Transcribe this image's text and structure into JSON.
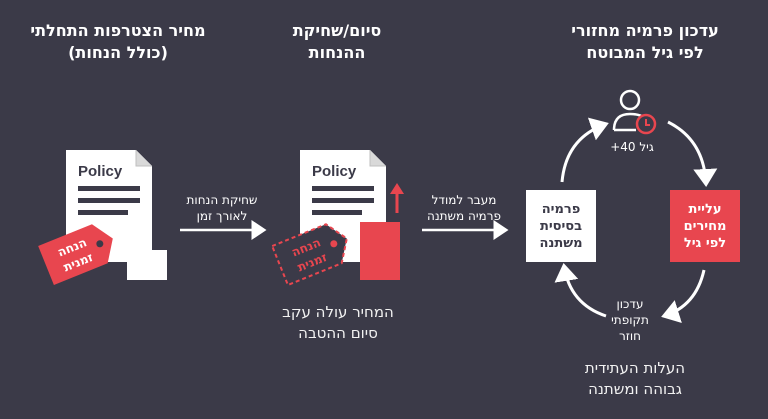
{
  "columns": {
    "col1_title_line1": "מחיר הצטרפות התחלתי",
    "col1_title_line2": "(כולל הנחות)",
    "col2_title_line1": "סיום/שחיקת",
    "col2_title_line2": "ההנחות",
    "col3_title_line1": "עדכון פרמיה מחזורי",
    "col3_title_line2": "לפי גיל המבוטח"
  },
  "documents": {
    "doc1_label": "Policy",
    "doc2_label": "Policy",
    "tag_line1": "הנחה",
    "tag_line2": "זמנית"
  },
  "arrows": {
    "arrow1_line1": "שחיקת הנחות",
    "arrow1_line2": "לאורך זמן",
    "arrow2_line1": "מעבר למודל",
    "arrow2_line2": "פרמיה משתנה"
  },
  "notes": {
    "col2_note_line1": "המחיר עולה עקב",
    "col2_note_line2": "סיום ההטבה",
    "col3_note_line1": "העלות העתידית",
    "col3_note_line2": "גבוהה ומשתנה"
  },
  "cycle": {
    "base_box_line1": "פרמיה",
    "base_box_line2": "בסיסית",
    "base_box_line3": "משתנה",
    "rise_box_line1": "עליית",
    "rise_box_line2": "מחירים",
    "rise_box_line3": "לפי גיל",
    "age_label": "גיל 40+",
    "periodic_line1": "עדכון",
    "periodic_line2": "תקופתי",
    "periodic_line3": "חוזר"
  },
  "colors": {
    "background": "#3b3a48",
    "accent_red": "#e8464f",
    "white": "#ffffff"
  }
}
